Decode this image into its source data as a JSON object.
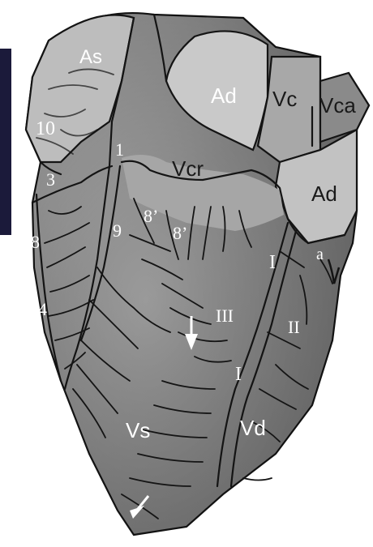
{
  "labels": {
    "as": "As",
    "ad_top": "Ad",
    "vc": "Vc",
    "vca": "Vca",
    "ad_right": "Ad",
    "vcr": "Vcr",
    "vs": "Vs",
    "vd": "Vd",
    "n10": "10",
    "n1": "1",
    "n3": "3",
    "n8": "8",
    "n9": "9",
    "n8p_a": "8’",
    "n8p_b": "8’",
    "n4": "4",
    "ri_upper": "I",
    "ri_lower": "I",
    "rii": "II",
    "riii": "III",
    "ra": "a"
  },
  "colors": {
    "background": "#ffffff",
    "dark_backdrop": "#1b1a3a",
    "outline": "#141414",
    "tissue_light": "#b9b9b9",
    "tissue_mid": "#8a8a8a",
    "tissue_dark": "#5e5e5e",
    "label": "#ffffff"
  },
  "icons": {
    "arrow_upper": "white-arrow-icon",
    "arrow_lower": "white-arrow-icon"
  }
}
